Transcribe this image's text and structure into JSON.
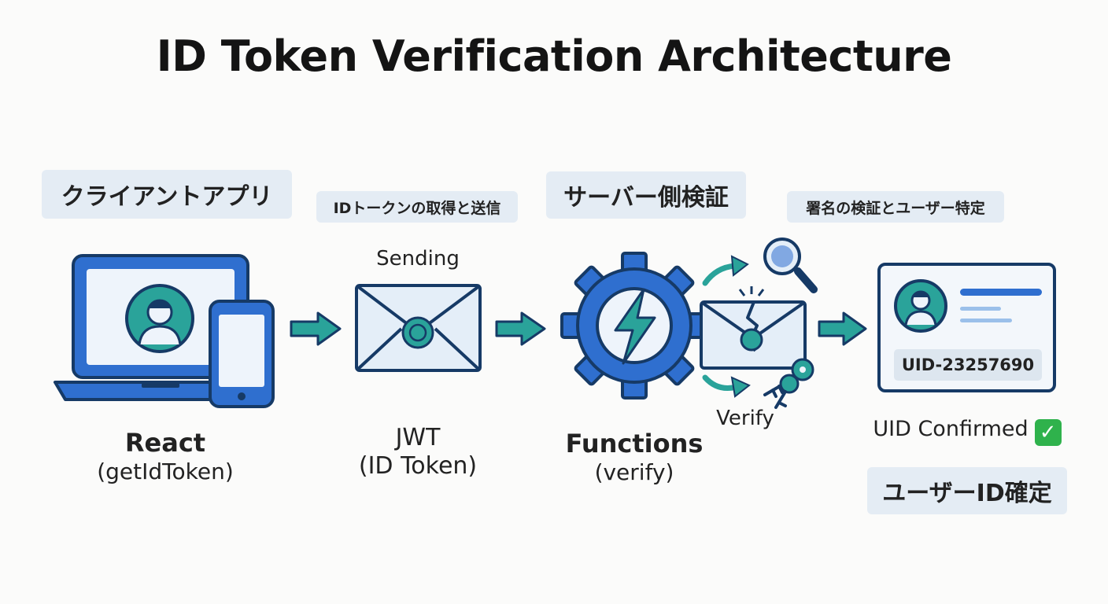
{
  "title": "ID Token Verification Architecture",
  "stages": {
    "client": {
      "heading": "クライアントアプリ",
      "label_main": "React",
      "label_sub": "(getIdToken)"
    },
    "send": {
      "caption": "IDトークンの取得と送信",
      "top_label": "Sending",
      "label_main": "JWT",
      "label_sub": "(ID Token)"
    },
    "server": {
      "heading": "サーバー側検証",
      "label_main": "Functions",
      "label_sub": "(verify)"
    },
    "verify": {
      "caption": "署名の検証とユーザー特定",
      "bottom_label": "Verify"
    },
    "result": {
      "uid": "UID-23257690",
      "confirmed": "UID Confirmed",
      "heading": "ユーザーID確定"
    }
  },
  "icons": [
    "laptop-icon",
    "smartphone-icon",
    "user-avatar-icon",
    "envelope-icon",
    "seal-icon",
    "gear-icon",
    "lightning-icon",
    "magnifier-icon",
    "key-icon",
    "broken-envelope-icon",
    "id-card-icon",
    "check-icon",
    "arrow-right-icon"
  ],
  "colors": {
    "primary_blue": "#2f6fcf",
    "teal": "#2aa39a",
    "light_fill": "#e4eef8",
    "dark_outline": "#163a66",
    "check_green": "#2fb24c"
  }
}
